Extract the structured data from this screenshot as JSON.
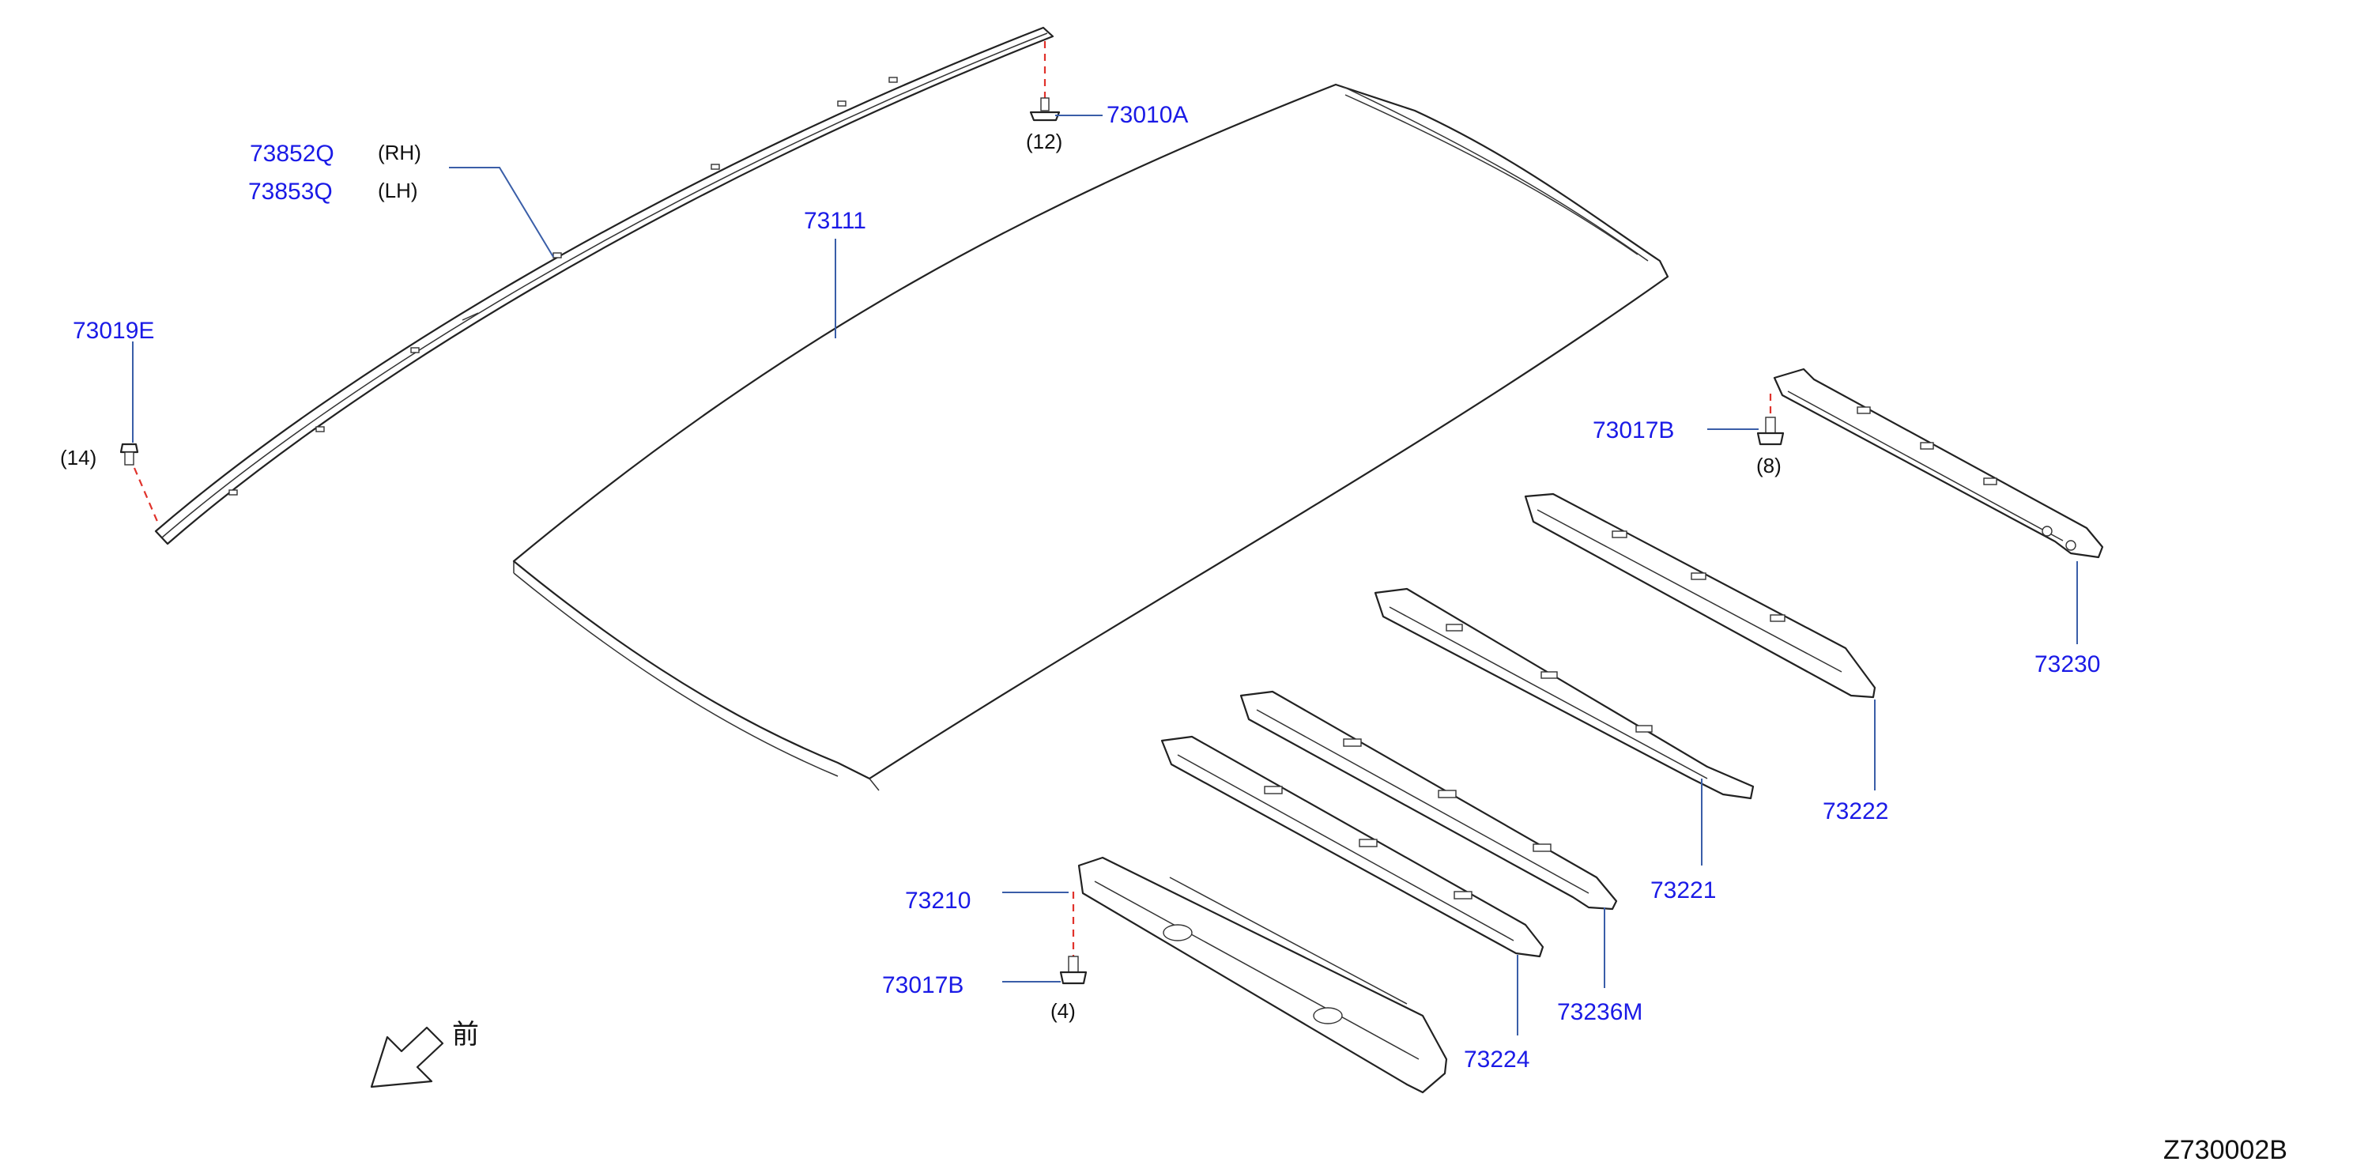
{
  "diagram": {
    "drawing_code": "Z730002B",
    "front_marker": {
      "text": "前",
      "icon": "front-direction-arrow-icon"
    },
    "parts": [
      {
        "id": "roof_rail_rh",
        "part_number": "73852Q",
        "side": "(RH)"
      },
      {
        "id": "roof_rail_lh",
        "part_number": "73853Q",
        "side": "(LH)"
      },
      {
        "id": "roof_panel",
        "part_number": "73111"
      },
      {
        "id": "clip_rail_rear",
        "part_number": "73010A",
        "qty": "(12)"
      },
      {
        "id": "clip_rail_front",
        "part_number": "73019E",
        "qty": "(14)"
      },
      {
        "id": "bolt_rear",
        "part_number": "73017B",
        "qty": "(8)"
      },
      {
        "id": "bow_rear",
        "part_number": "73230"
      },
      {
        "id": "bow_4",
        "part_number": "73222"
      },
      {
        "id": "bow_3",
        "part_number": "73221"
      },
      {
        "id": "bow_2",
        "part_number": "73236M"
      },
      {
        "id": "bow_1",
        "part_number": "73224"
      },
      {
        "id": "front_header",
        "part_number": "73210"
      },
      {
        "id": "bolt_front",
        "part_number": "73017B",
        "qty": "(4)"
      }
    ]
  }
}
